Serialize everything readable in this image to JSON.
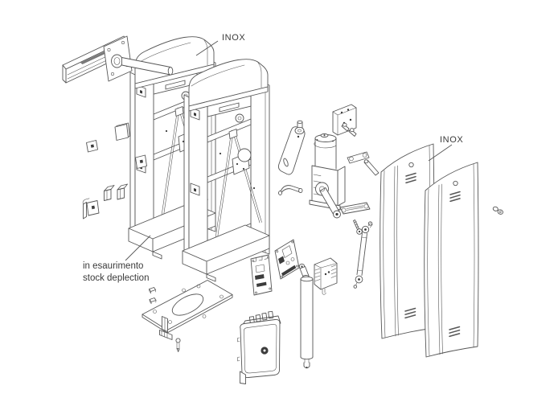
{
  "diagram": {
    "kind": "exploded-parts-diagram",
    "labels": {
      "inox_top": "INOX",
      "inox_side": "INOX",
      "stock_note_line1": "in esaurimento",
      "stock_note_line2": "stock deplection"
    },
    "colors": {
      "line": "#565656",
      "line_light": "#7a7a7a",
      "text": "#3a3a3a",
      "dark_detail": "#3c3c3c",
      "background": "#ffffff"
    }
  }
}
